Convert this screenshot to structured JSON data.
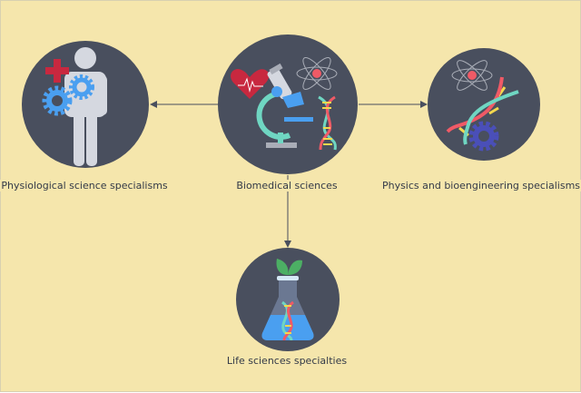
{
  "nodes": {
    "center": {
      "label": "Biomedical sciences",
      "icon": "microscope-heart-atom-dna-icon"
    },
    "left": {
      "label": "Physiological science specialisms",
      "icon": "human-gears-cross-icon"
    },
    "right": {
      "label": "Physics and bioengineering specialisms",
      "icon": "atom-dna-gear-icon"
    },
    "bottom": {
      "label": "Life sciences specialties",
      "icon": "flask-plant-dna-icon"
    }
  },
  "colors": {
    "background": "#f5e6ac",
    "circle": "#494f5e",
    "connector": "#494f5e"
  }
}
